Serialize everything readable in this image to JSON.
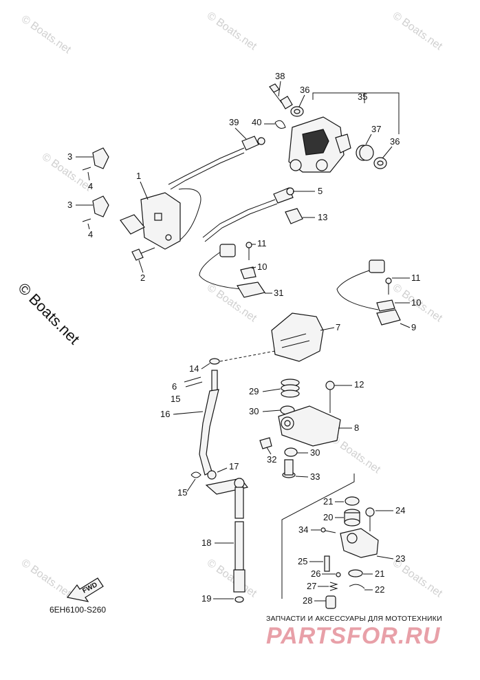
{
  "diagram_code": "6EH6100-S260",
  "fwd_label": "FWD",
  "watermarks": [
    "© Boats.net",
    "© Boats.net",
    "© Boats.net",
    "© Boats.net",
    "© Boats.net",
    "© Boats.net",
    "© Boats.net",
    "© Boats.net",
    "© Boats.net",
    "© Boats.net"
  ],
  "side_watermark": "© Boats.net",
  "footer": {
    "caption": "ЗАПЧАСТИ И АКСЕССУАРЫ ДЛЯ МОТОТЕХНИКИ",
    "logo": "PARTSFOR.RU"
  },
  "callouts": [
    "38",
    "36",
    "35",
    "37",
    "36",
    "39",
    "40",
    "3",
    "4",
    "3",
    "4",
    "1",
    "2",
    "5",
    "13",
    "11",
    "10",
    "31",
    "11",
    "10",
    "9",
    "7",
    "14",
    "6",
    "15",
    "16",
    "12",
    "29",
    "30",
    "8",
    "32",
    "30",
    "33",
    "17",
    "15",
    "21",
    "20",
    "24",
    "34",
    "18",
    "23",
    "25",
    "21",
    "26",
    "27",
    "22",
    "28",
    "19"
  ],
  "accent_colors": {
    "watermark": "#d0d0d0",
    "logo": "#e8a0a8"
  }
}
